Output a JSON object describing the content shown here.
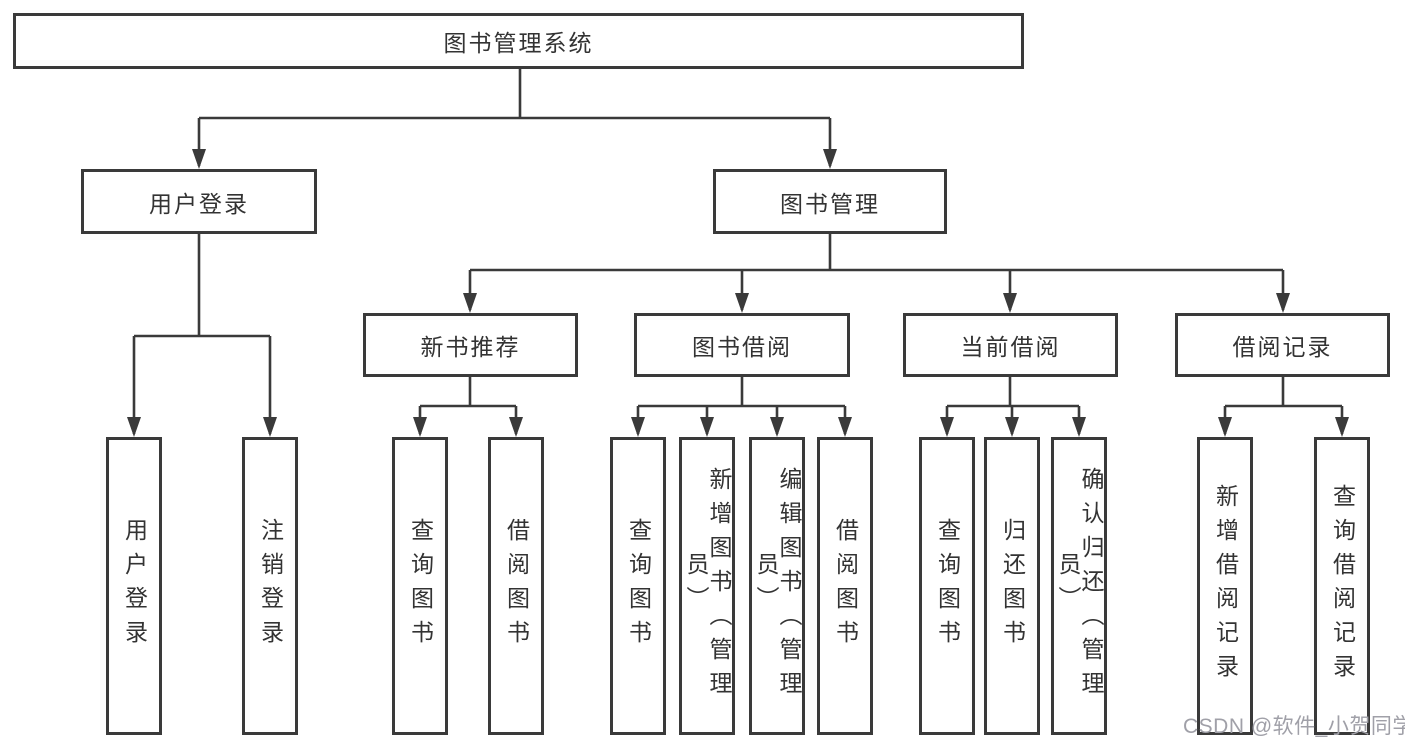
{
  "tree": {
    "label": "图书管理系统",
    "children": [
      {
        "label": "用户登录",
        "children": [
          {
            "label": "用户登录"
          },
          {
            "label": "注销登录"
          }
        ]
      },
      {
        "label": "图书管理",
        "children": [
          {
            "label": "新书推荐",
            "children": [
              {
                "label": "查询图书"
              },
              {
                "label": "借阅图书"
              }
            ]
          },
          {
            "label": "图书借阅",
            "children": [
              {
                "label": "查询图书"
              },
              {
                "label": "新增图书（管理员）"
              },
              {
                "label": "编辑图书（管理员）"
              },
              {
                "label": "借阅图书"
              }
            ]
          },
          {
            "label": "当前借阅",
            "children": [
              {
                "label": "查询图书"
              },
              {
                "label": "归还图书"
              },
              {
                "label": "确认归还（管理员）"
              }
            ]
          },
          {
            "label": "借阅记录",
            "children": [
              {
                "label": "新增借阅记录"
              },
              {
                "label": "查询借阅记录"
              }
            ]
          }
        ]
      }
    ]
  },
  "watermark": "CSDN @软件_小贺同学",
  "colors": {
    "line": "#3a3a3a",
    "text": "#333333",
    "watermark": "#a0a0a8",
    "background": "#ffffff"
  }
}
